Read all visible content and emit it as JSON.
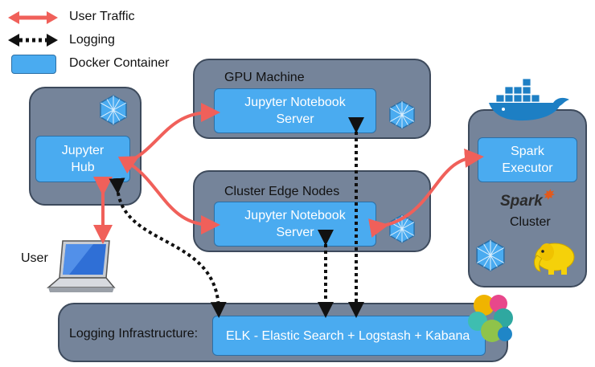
{
  "legend": {
    "user_traffic": "User Traffic",
    "logging": "Logging",
    "docker_container": "Docker Container"
  },
  "nodes": {
    "jupyter_hub": "Jupyter\nHub",
    "gpu_machine": "GPU Machine",
    "gpu_notebook": "Jupyter Notebook\nServer",
    "cluster_edge_nodes": "Cluster Edge Nodes",
    "edge_notebook": "Jupyter Notebook\nServer",
    "spark_executor": "Spark\nExecutor",
    "spark_logo_text": "Spark",
    "cluster": "Cluster",
    "user": "User",
    "logging_infrastructure": "Logging Infrastructure:",
    "elk": "ELK - Elastic Search + Logstash + Kabana"
  },
  "colors": {
    "user_traffic": "#f0605a",
    "logging": "#111111",
    "container": "#4aabf0",
    "panel": "#75849a"
  },
  "icons": [
    "kubernetes-hex-icon",
    "docker-whale-icon",
    "spark-logo",
    "hadoop-elephant-icon",
    "laptop-icon",
    "elastic-logo"
  ]
}
